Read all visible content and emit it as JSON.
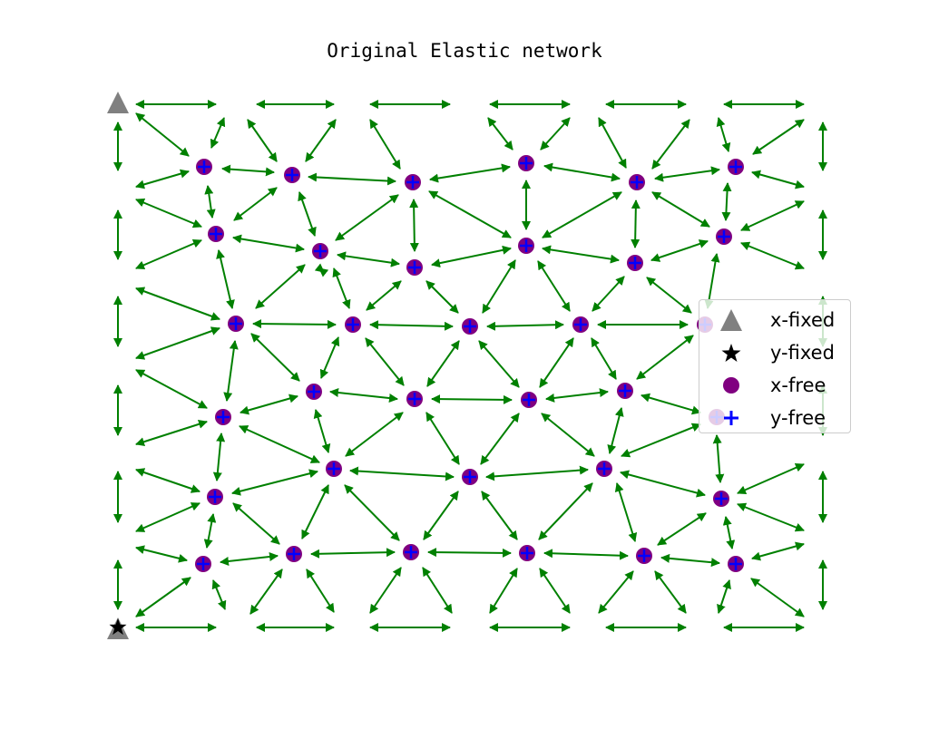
{
  "title": "Original Elastic network",
  "colors": {
    "edge": "#008000",
    "free_node": "#800080",
    "free_plus": "#0000ff",
    "fixed_x": "#808080",
    "fixed_y": "#000000"
  },
  "legend": {
    "items": [
      {
        "label": "x-fixed",
        "marker": "triangle-icon"
      },
      {
        "label": "y-fixed",
        "marker": "star-icon"
      },
      {
        "label": "x-free",
        "marker": "circle-icon"
      },
      {
        "label": "y-free",
        "marker": "plus-icon"
      }
    ]
  },
  "network": {
    "free_nodes": [
      [
        225,
        184
      ],
      [
        322,
        193
      ],
      [
        455,
        201
      ],
      [
        580,
        180
      ],
      [
        702,
        201
      ],
      [
        811,
        184
      ],
      [
        238,
        258
      ],
      [
        353,
        277
      ],
      [
        457,
        295
      ],
      [
        580,
        271
      ],
      [
        700,
        290
      ],
      [
        798,
        261
      ],
      [
        260,
        357
      ],
      [
        389,
        358
      ],
      [
        518,
        360
      ],
      [
        640,
        358
      ],
      [
        777,
        358
      ],
      [
        246,
        460
      ],
      [
        346,
        432
      ],
      [
        457,
        440
      ],
      [
        583,
        441
      ],
      [
        689,
        431
      ],
      [
        790,
        460
      ],
      [
        237,
        548
      ],
      [
        368,
        517
      ],
      [
        518,
        526
      ],
      [
        666,
        517
      ],
      [
        795,
        550
      ],
      [
        224,
        622
      ],
      [
        324,
        611
      ],
      [
        453,
        609
      ],
      [
        581,
        610
      ],
      [
        710,
        613
      ],
      [
        811,
        622
      ]
    ],
    "boundary_nodes": [
      [
        130,
        114
      ],
      [
        240,
        114
      ],
      [
        370,
        114
      ],
      [
        500,
        114
      ],
      [
        630,
        114
      ],
      [
        760,
        114
      ],
      [
        890,
        114
      ],
      [
        130,
        697
      ],
      [
        240,
        697
      ],
      [
        370,
        697
      ],
      [
        500,
        697
      ],
      [
        630,
        697
      ],
      [
        760,
        697
      ],
      [
        890,
        697
      ],
      [
        130,
        210
      ],
      [
        130,
        305
      ],
      [
        130,
        400
      ],
      [
        130,
        500
      ],
      [
        130,
        600
      ],
      [
        907,
        210
      ],
      [
        907,
        305
      ],
      [
        907,
        400
      ],
      [
        907,
        500
      ],
      [
        907,
        600
      ]
    ],
    "fixed_x_nodes": [
      [
        130,
        114
      ],
      [
        130,
        694
      ]
    ],
    "fixed_y_nodes": [
      [
        130,
        692
      ]
    ],
    "edges": [
      [
        [
          150,
          115
        ],
        [
          238,
          115
        ]
      ],
      [
        [
          283,
          115
        ],
        [
          368,
          115
        ]
      ],
      [
        [
          408,
          115
        ],
        [
          496,
          115
        ]
      ],
      [
        [
          540,
          115
        ],
        [
          628,
          115
        ]
      ],
      [
        [
          668,
          115
        ],
        [
          756,
          115
        ]
      ],
      [
        [
          798,
          115
        ],
        [
          886,
          115
        ]
      ],
      [
        [
          150,
          692
        ],
        [
          238,
          692
        ]
      ],
      [
        [
          283,
          692
        ],
        [
          368,
          692
        ]
      ],
      [
        [
          408,
          692
        ],
        [
          496,
          692
        ]
      ],
      [
        [
          540,
          692
        ],
        [
          628,
          692
        ]
      ],
      [
        [
          668,
          692
        ],
        [
          756,
          692
        ]
      ],
      [
        [
          798,
          692
        ],
        [
          886,
          692
        ]
      ],
      [
        [
          130,
          135
        ],
        [
          130,
          188
        ]
      ],
      [
        [
          130,
          232
        ],
        [
          130,
          286
        ]
      ],
      [
        [
          130,
          327
        ],
        [
          130,
          382
        ]
      ],
      [
        [
          130,
          425
        ],
        [
          130,
          480
        ]
      ],
      [
        [
          130,
          520
        ],
        [
          130,
          576
        ]
      ],
      [
        [
          130,
          618
        ],
        [
          130,
          672
        ]
      ],
      [
        [
          907,
          135
        ],
        [
          907,
          188
        ]
      ],
      [
        [
          907,
          232
        ],
        [
          907,
          286
        ]
      ],
      [
        [
          907,
          327
        ],
        [
          907,
          382
        ]
      ],
      [
        [
          907,
          425
        ],
        [
          907,
          480
        ]
      ],
      [
        [
          907,
          520
        ],
        [
          907,
          576
        ]
      ],
      [
        [
          907,
          618
        ],
        [
          907,
          672
        ]
      ],
      [
        [
          150,
          125
        ],
        [
          208,
          172
        ]
      ],
      [
        [
          233,
          163
        ],
        [
          247,
          130
        ]
      ],
      [
        [
          273,
          132
        ],
        [
          305,
          178
        ]
      ],
      [
        [
          337,
          178
        ],
        [
          370,
          132
        ]
      ],
      [
        [
          408,
          132
        ],
        [
          441,
          186
        ]
      ],
      [
        [
          538,
          130
        ],
        [
          565,
          165
        ]
      ],
      [
        [
          596,
          165
        ],
        [
          628,
          130
        ]
      ],
      [
        [
          660,
          130
        ],
        [
          690,
          185
        ]
      ],
      [
        [
          719,
          186
        ],
        [
          760,
          132
        ]
      ],
      [
        [
          792,
          130
        ],
        [
          803,
          167
        ]
      ],
      [
        [
          830,
          170
        ],
        [
          886,
          132
        ]
      ],
      [
        [
          150,
          206
        ],
        [
          208,
          189
        ]
      ],
      [
        [
          245,
          186
        ],
        [
          302,
          190
        ]
      ],
      [
        [
          340,
          195
        ],
        [
          436,
          200
        ]
      ],
      [
        [
          474,
          198
        ],
        [
          562,
          184
        ]
      ],
      [
        [
          600,
          183
        ],
        [
          683,
          197
        ]
      ],
      [
        [
          722,
          197
        ],
        [
          793,
          187
        ]
      ],
      [
        [
          829,
          190
        ],
        [
          886,
          206
        ]
      ],
      [
        [
          150,
          220
        ],
        [
          222,
          250
        ]
      ],
      [
        [
          229,
          205
        ],
        [
          234,
          240
        ]
      ],
      [
        [
          258,
          243
        ],
        [
          305,
          207
        ]
      ],
      [
        [
          330,
          212
        ],
        [
          347,
          260
        ]
      ],
      [
        [
          370,
          265
        ],
        [
          439,
          215
        ]
      ],
      [
        [
          456,
          220
        ],
        [
          457,
          277
        ]
      ],
      [
        [
          473,
          211
        ],
        [
          563,
          262
        ]
      ],
      [
        [
          580,
          199
        ],
        [
          580,
          253
        ]
      ],
      [
        [
          598,
          262
        ],
        [
          685,
          212
        ]
      ],
      [
        [
          701,
          221
        ],
        [
          700,
          273
        ]
      ],
      [
        [
          719,
          212
        ],
        [
          782,
          250
        ]
      ],
      [
        [
          802,
          202
        ],
        [
          800,
          243
        ]
      ],
      [
        [
          817,
          254
        ],
        [
          886,
          222
        ]
      ],
      [
        [
          150,
          296
        ],
        [
          222,
          265
        ]
      ],
      [
        [
          257,
          262
        ],
        [
          335,
          275
        ]
      ],
      [
        [
          372,
          281
        ],
        [
          440,
          291
        ]
      ],
      [
        [
          476,
          292
        ],
        [
          563,
          274
        ]
      ],
      [
        [
          598,
          274
        ],
        [
          682,
          287
        ]
      ],
      [
        [
          718,
          287
        ],
        [
          780,
          266
        ]
      ],
      [
        [
          817,
          268
        ],
        [
          886,
          296
        ]
      ],
      [
        [
          241,
          276
        ],
        [
          256,
          340
        ]
      ],
      [
        [
          352,
          296
        ],
        [
          357,
          300
        ]
      ],
      [
        [
          282,
          340
        ],
        [
          336,
          292
        ]
      ],
      [
        [
          368,
          296
        ],
        [
          385,
          340
        ]
      ],
      [
        [
          404,
          342
        ],
        [
          442,
          310
        ]
      ],
      [
        [
          470,
          310
        ],
        [
          505,
          345
        ]
      ],
      [
        [
          532,
          345
        ],
        [
          568,
          287
        ]
      ],
      [
        [
          593,
          288
        ],
        [
          628,
          343
        ]
      ],
      [
        [
          653,
          343
        ],
        [
          688,
          305
        ]
      ],
      [
        [
          713,
          306
        ],
        [
          762,
          345
        ]
      ],
      [
        [
          790,
          280
        ],
        [
          780,
          340
        ]
      ],
      [
        [
          150,
          318
        ],
        [
          242,
          352
        ]
      ],
      [
        [
          279,
          357
        ],
        [
          370,
          358
        ]
      ],
      [
        [
          408,
          358
        ],
        [
          499,
          360
        ]
      ],
      [
        [
          537,
          360
        ],
        [
          621,
          358
        ]
      ],
      [
        [
          659,
          358
        ],
        [
          758,
          358
        ]
      ],
      [
        [
          150,
          395
        ],
        [
          242,
          362
        ]
      ],
      [
        [
          259,
          376
        ],
        [
          250,
          442
        ]
      ],
      [
        [
          277,
          368
        ],
        [
          330,
          420
        ]
      ],
      [
        [
          373,
          372
        ],
        [
          354,
          417
        ]
      ],
      [
        [
          403,
          373
        ],
        [
          445,
          425
        ]
      ],
      [
        [
          471,
          426
        ],
        [
          506,
          376
        ]
      ],
      [
        [
          528,
          376
        ],
        [
          572,
          427
        ]
      ],
      [
        [
          595,
          427
        ],
        [
          632,
          373
        ]
      ],
      [
        [
          652,
          373
        ],
        [
          679,
          418
        ]
      ],
      [
        [
          702,
          418
        ],
        [
          764,
          370
        ]
      ],
      [
        [
          150,
          408
        ],
        [
          228,
          450
        ]
      ],
      [
        [
          364,
          432
        ],
        [
          438,
          440
        ]
      ],
      [
        [
          476,
          440
        ],
        [
          564,
          441
        ]
      ],
      [
        [
          602,
          440
        ],
        [
          670,
          432
        ]
      ],
      [
        [
          265,
          455
        ],
        [
          328,
          437
        ]
      ],
      [
        [
          150,
          490
        ],
        [
          228,
          465
        ]
      ],
      [
        [
          264,
          470
        ],
        [
          352,
          510
        ]
      ],
      [
        [
          348,
          452
        ],
        [
          362,
          499
        ]
      ],
      [
        [
          444,
          455
        ],
        [
          381,
          503
        ]
      ],
      [
        [
          470,
          455
        ],
        [
          506,
          512
        ]
      ],
      [
        [
          530,
          512
        ],
        [
          572,
          456
        ]
      ],
      [
        [
          597,
          456
        ],
        [
          655,
          503
        ]
      ],
      [
        [
          685,
          450
        ],
        [
          672,
          500
        ]
      ],
      [
        [
          707,
          436
        ],
        [
          772,
          455
        ]
      ],
      [
        [
          685,
          503
        ],
        [
          772,
          468
        ]
      ],
      [
        [
          790,
          480
        ],
        [
          794,
          532
        ]
      ],
      [
        [
          244,
          478
        ],
        [
          239,
          530
        ]
      ],
      [
        [
          150,
          518
        ],
        [
          220,
          542
        ]
      ],
      [
        [
          256,
          544
        ],
        [
          350,
          520
        ]
      ],
      [
        [
          386,
          519
        ],
        [
          500,
          526
        ]
      ],
      [
        [
          536,
          526
        ],
        [
          648,
          518
        ]
      ],
      [
        [
          684,
          521
        ],
        [
          777,
          546
        ]
      ],
      [
        [
          813,
          544
        ],
        [
          886,
          512
        ]
      ],
      [
        [
          150,
          586
        ],
        [
          220,
          555
        ]
      ],
      [
        [
          235,
          567
        ],
        [
          228,
          604
        ]
      ],
      [
        [
          257,
          555
        ],
        [
          308,
          600
        ]
      ],
      [
        [
          362,
          535
        ],
        [
          333,
          594
        ]
      ],
      [
        [
          380,
          535
        ],
        [
          440,
          596
        ]
      ],
      [
        [
          467,
          595
        ],
        [
          505,
          542
        ]
      ],
      [
        [
          531,
          542
        ],
        [
          570,
          595
        ]
      ],
      [
        [
          594,
          595
        ],
        [
          653,
          533
        ]
      ],
      [
        [
          680,
          533
        ],
        [
          700,
          597
        ]
      ],
      [
        [
          725,
          601
        ],
        [
          778,
          566
        ]
      ],
      [
        [
          800,
          570
        ],
        [
          807,
          605
        ]
      ],
      [
        [
          813,
          556
        ],
        [
          886,
          585
        ]
      ],
      [
        [
          150,
          604
        ],
        [
          206,
          618
        ]
      ],
      [
        [
          243,
          620
        ],
        [
          306,
          613
        ]
      ],
      [
        [
          343,
          611
        ],
        [
          435,
          609
        ]
      ],
      [
        [
          472,
          609
        ],
        [
          563,
          610
        ]
      ],
      [
        [
          600,
          610
        ],
        [
          692,
          613
        ]
      ],
      [
        [
          729,
          615
        ],
        [
          793,
          621
        ]
      ],
      [
        [
          829,
          616
        ],
        [
          886,
          600
        ]
      ],
      [
        [
          150,
          680
        ],
        [
          210,
          637
        ]
      ],
      [
        [
          235,
          640
        ],
        [
          248,
          672
        ]
      ],
      [
        [
          276,
          677
        ],
        [
          311,
          628
        ]
      ],
      [
        [
          338,
          628
        ],
        [
          368,
          675
        ]
      ],
      [
        [
          408,
          676
        ],
        [
          442,
          626
        ]
      ],
      [
        [
          466,
          626
        ],
        [
          498,
          676
        ]
      ],
      [
        [
          540,
          676
        ],
        [
          570,
          627
        ]
      ],
      [
        [
          595,
          627
        ],
        [
          628,
          676
        ]
      ],
      [
        [
          660,
          676
        ],
        [
          698,
          630
        ]
      ],
      [
        [
          722,
          630
        ],
        [
          756,
          676
        ]
      ],
      [
        [
          792,
          676
        ],
        [
          804,
          640
        ]
      ],
      [
        [
          828,
          638
        ],
        [
          886,
          680
        ]
      ]
    ]
  }
}
